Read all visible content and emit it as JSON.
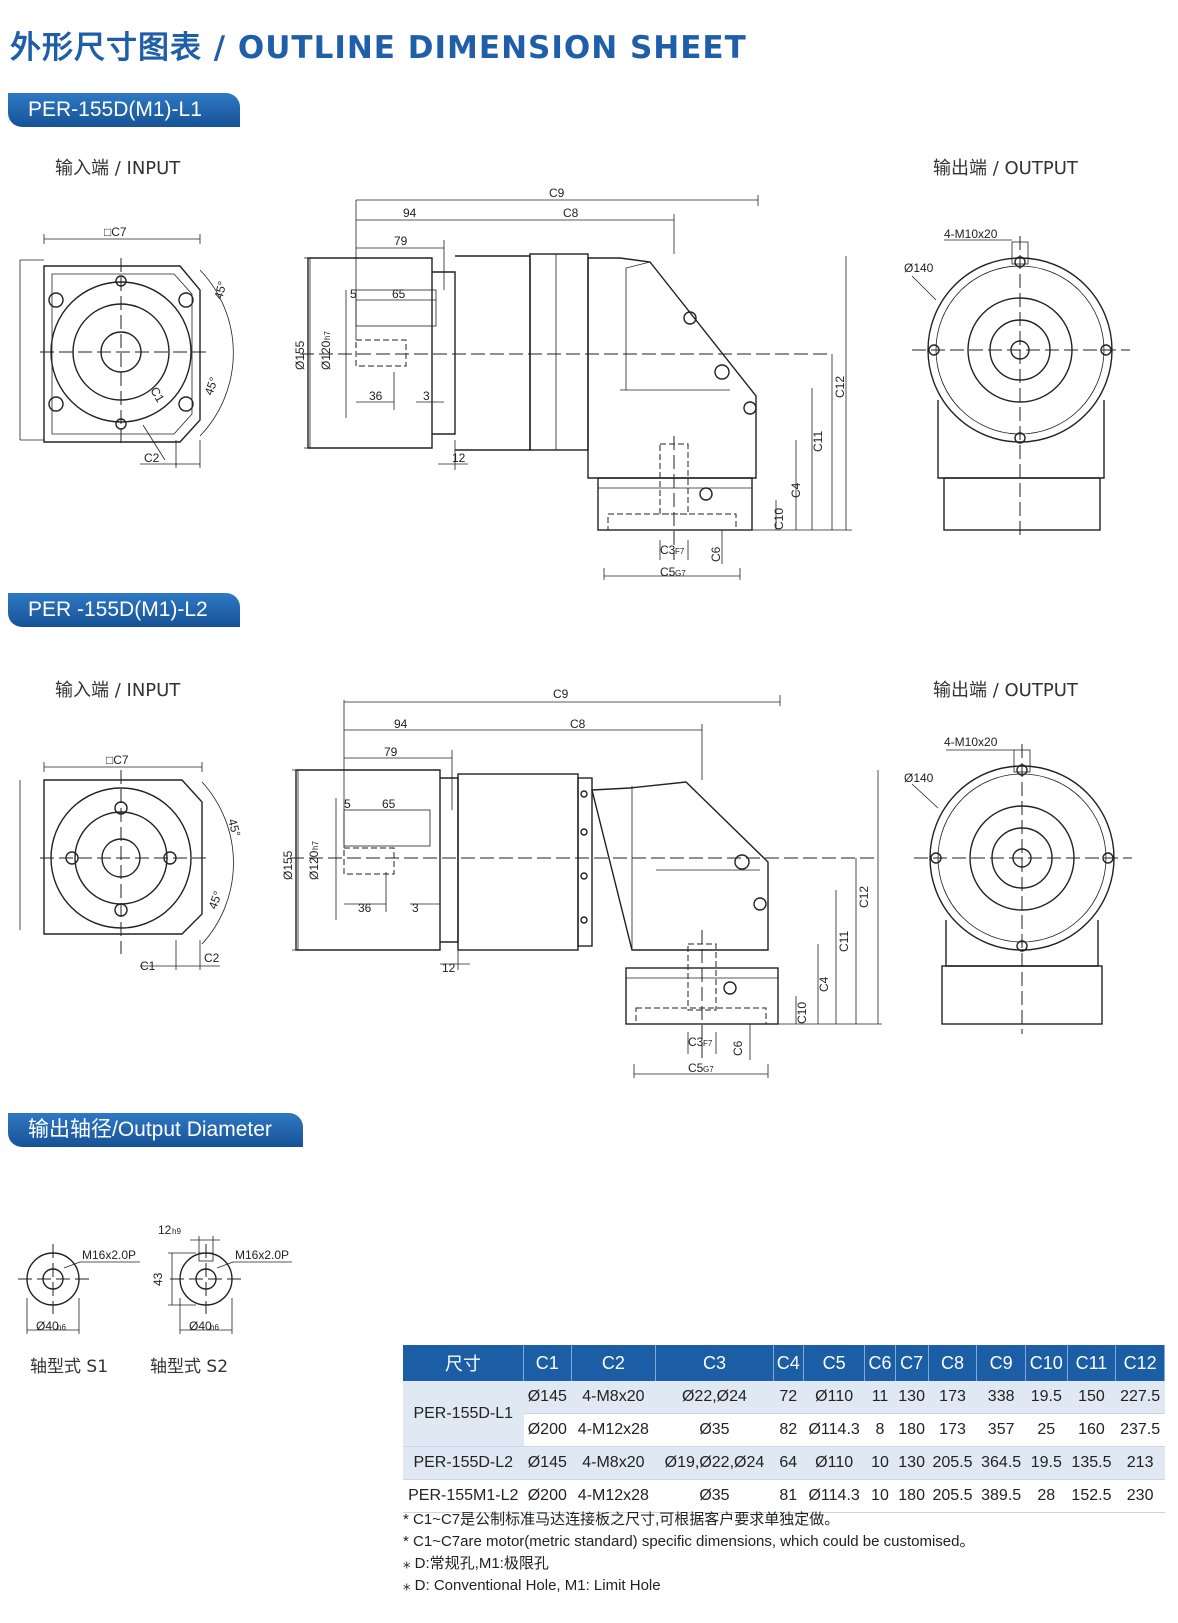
{
  "page_title": "外形尺寸图表 / OUTLINE DIMENSION SHEET",
  "sections": {
    "l1": {
      "title": "PER-155D(M1)-L1"
    },
    "l2": {
      "title": "PER -155D(M1)-L2"
    },
    "shaft": {
      "title": "输出轴径/Output Diameter"
    }
  },
  "view_labels": {
    "input": "输入端 / INPUT",
    "output": "输出端 / OUTPUT"
  },
  "dims": {
    "c1": "C1",
    "c2": "C2",
    "c3": "C3",
    "c3_tol": "F7",
    "c4": "C4",
    "c5": "C5",
    "c5_tol": "G7",
    "c6": "C6",
    "c7": "□C7",
    "c8": "C8",
    "c9": "C9",
    "c10": "C10",
    "c11": "C11",
    "c12": "C12",
    "d94": "94",
    "d79": "79",
    "d65": "65",
    "d5": "5",
    "d36": "36",
    "d3": "3",
    "d12": "12",
    "d155": "Ø155",
    "d120": "Ø120",
    "d120_tol": "h7",
    "d140": "Ø140",
    "bolt": "4-M10x20",
    "deg45": "45°"
  },
  "shaft_dims": {
    "thread": "M16x2.0P",
    "dia": "Ø40",
    "dia_tol": "h6",
    "key": "12",
    "key_tol": "h9",
    "h43": "43",
    "s1": "轴型式 S1",
    "s2": "轴型式 S2"
  },
  "table": {
    "headers": [
      "尺寸",
      "C1",
      "C2",
      "C3",
      "C4",
      "C5",
      "C6",
      "C7",
      "C8",
      "C9",
      "C10",
      "C11",
      "C12"
    ],
    "groups": [
      {
        "model": "PER-155D-L1",
        "rows": [
          [
            "Ø145",
            "4-M8x20",
            "Ø22,Ø24",
            "72",
            "Ø110",
            "11",
            "130",
            "173",
            "338",
            "19.5",
            "150",
            "227.5"
          ],
          [
            "Ø200",
            "4-M12x28",
            "Ø35",
            "82",
            "Ø114.3",
            "8",
            "180",
            "173",
            "357",
            "25",
            "160",
            "237.5"
          ]
        ]
      },
      {
        "model": "PER-155D-L2",
        "rows": [
          [
            "Ø145",
            "4-M8x20",
            "Ø19,Ø22,Ø24",
            "64",
            "Ø110",
            "10",
            "130",
            "205.5",
            "364.5",
            "19.5",
            "135.5",
            "213"
          ]
        ]
      },
      {
        "model": "PER-155M1-L2",
        "rows": [
          [
            "Ø200",
            "4-M12x28",
            "Ø35",
            "81",
            "Ø114.3",
            "10",
            "180",
            "205.5",
            "389.5",
            "28",
            "152.5",
            "230"
          ]
        ]
      }
    ]
  },
  "notes": [
    "* C1~C7是公制标准马达连接板之尺寸,可根据客户要求单独定做。",
    "* C1~C7are motor(metric standard)  specific dimensions, which could be customised。",
    "⁎ D:常规孔,M1:极限孔",
    "⁎ D: Conventional Hole, M1: Limit Hole"
  ]
}
